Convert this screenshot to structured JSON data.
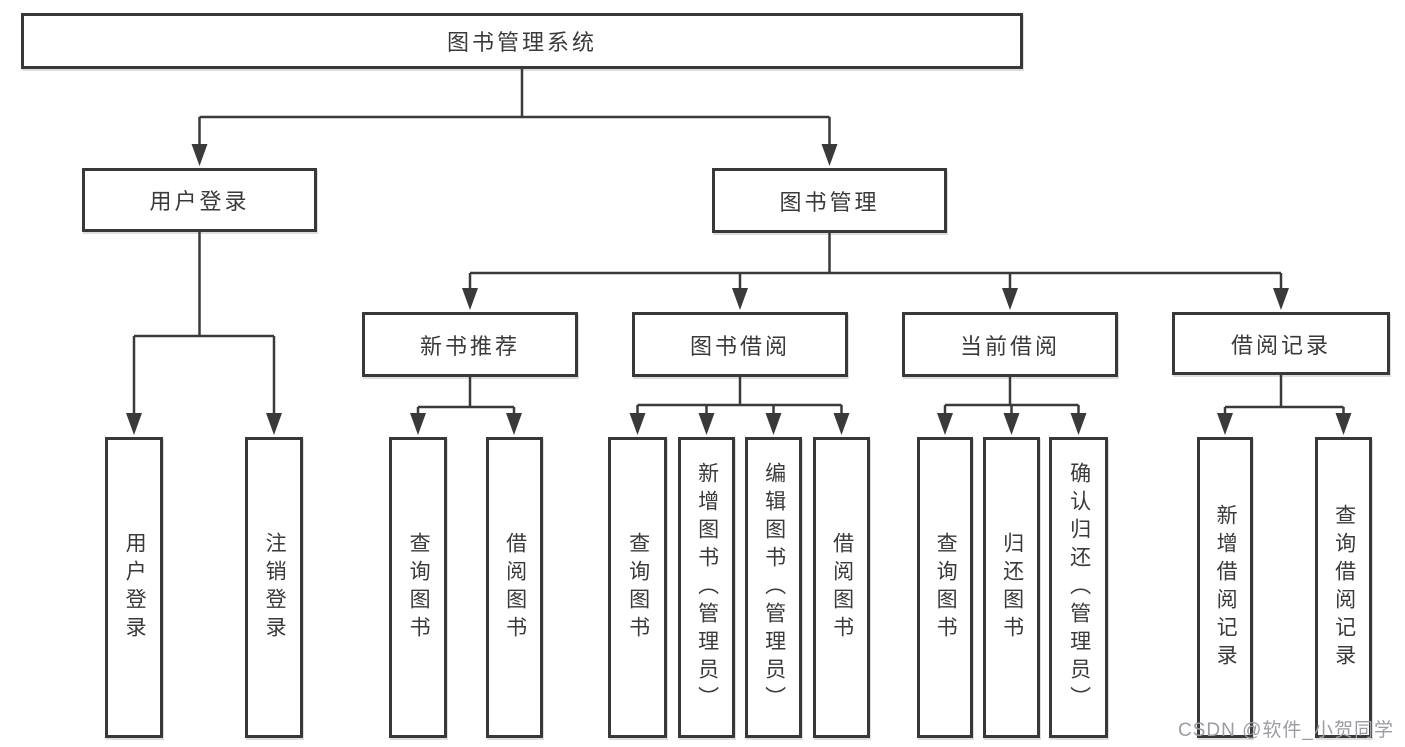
{
  "diagram": {
    "root": {
      "label": "图书管理系统"
    },
    "level1": [
      {
        "label": "用户登录"
      },
      {
        "label": "图书管理"
      }
    ],
    "level2": [
      {
        "label": "新书推荐"
      },
      {
        "label": "图书借阅"
      },
      {
        "label": "当前借阅"
      },
      {
        "label": "借阅记录"
      }
    ],
    "leaves": [
      {
        "label": "用户登录"
      },
      {
        "label": "注销登录"
      },
      {
        "label": "查询图书"
      },
      {
        "label": "借阅图书"
      },
      {
        "label": "查询图书"
      },
      {
        "label": "新增图书（管理员）"
      },
      {
        "label": "编辑图书（管理员）"
      },
      {
        "label": "借阅图书"
      },
      {
        "label": "查询图书"
      },
      {
        "label": "归还图书"
      },
      {
        "label": "确认归还（管理员）"
      },
      {
        "label": "新增借阅记录"
      },
      {
        "label": "查询借阅记录"
      }
    ]
  },
  "watermark": {
    "text": "CSDN @软件_小贺同学"
  },
  "colors": {
    "line": "#3a3a3a",
    "border": "#383838",
    "text": "#3a3a3a",
    "watermark": "#9b9ca4",
    "background": "#ffffff"
  }
}
